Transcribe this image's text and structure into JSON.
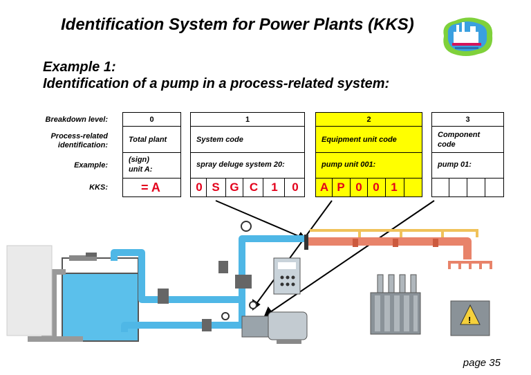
{
  "title": "Identification System for Power Plants (KKS)",
  "example_heading": "Example 1:",
  "example_subtitle": "Identification of a pump in a process-related system:",
  "row_labels": {
    "breakdown": "Breakdown level:",
    "process_line1": "Process-related",
    "process_line2": "identification:",
    "example": "Example:",
    "kks": "KKS:"
  },
  "levels": [
    {
      "number": "0",
      "identification": "Total plant",
      "example_line1": "(sign)",
      "example_line2": "unit A:",
      "kks": "= A"
    },
    {
      "number": "1",
      "identification": "System code",
      "example_line1": "spray deluge system 20:",
      "kks_chars": [
        "0",
        "S",
        "G",
        "C",
        "1",
        "0"
      ]
    },
    {
      "number": "2",
      "identification": "Equipment unit code",
      "example_line1": "pump unit 001:",
      "kks_chars": [
        "A",
        "P",
        "0",
        "0",
        "1",
        ""
      ]
    },
    {
      "number": "3",
      "identification_line1": "Component",
      "identification_line2": "code",
      "example_line1": "pump 01:",
      "kks_chars": [
        "",
        "",
        "",
        ""
      ]
    }
  ],
  "colors": {
    "highlight": "#ffff00",
    "kks_text": "#e3001b",
    "pipe_blue": "#5bc0eb",
    "pipe_red": "#e8836a",
    "pipe_yellow": "#f0c25a"
  },
  "logo_icon": "power-plant-logo-icon",
  "page_label": "page 35"
}
